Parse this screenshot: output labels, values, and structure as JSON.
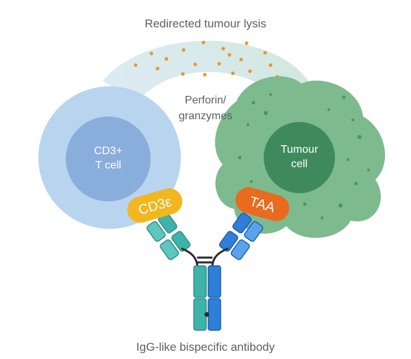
{
  "title": "Redirected tumour lysis",
  "perforin": {
    "line1": "Perforin/",
    "line2": "granzymes"
  },
  "t_cell": {
    "line1": "CD3+",
    "line2": "T cell"
  },
  "tumour_cell": {
    "line1": "Tumour",
    "line2": "cell"
  },
  "cd3_badge": "CD3ε",
  "taa_badge": "TAA",
  "caption": "IgG-like bispecific antibody",
  "colors": {
    "t_cell_outer": "#b9d4ef",
    "t_cell_nucleus": "#8aaedb",
    "tumour_outer": "#7dba8e",
    "tumour_nucleus": "#3f8a5d",
    "cd3_badge": "#f2b71f",
    "taa_badge": "#ea6a1f",
    "teal_chain": "#3eb3ab",
    "blue_chain": "#3f8de0",
    "granules": "#e49a2a",
    "arc": "#d5e8ea"
  }
}
